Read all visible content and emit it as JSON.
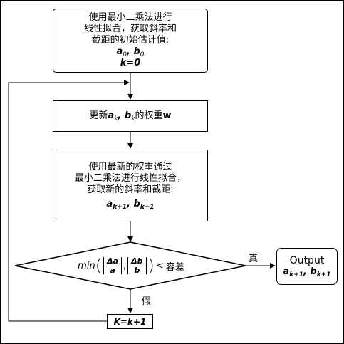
{
  "box_init": {
    "line1": "使用最小二乘法进行",
    "line2": "线性拟合，获取斜率和",
    "line3": "截距的初始估计值:",
    "vals_a": "a",
    "vals_a_sub": "0",
    "vals_sep": ", ",
    "vals_b": "b",
    "vals_b_sub": "0",
    "k_init": "k=0"
  },
  "box_update": {
    "prefix": "更新",
    "a": "a",
    "a_sub": "k",
    "sep": ", ",
    "b": "b",
    "b_sub": "k",
    "suffix": "的权重",
    "w": "w"
  },
  "box_fit": {
    "line1": "使用最新的权重通过",
    "line2": "最小二乘法进行线性拟合，",
    "line3": "获取新的斜率和截距:",
    "a": "a",
    "a_sub": "k+1",
    "sep": ", ",
    "b": "b",
    "b_sub": "k+1"
  },
  "decision": {
    "min": "min",
    "da_num": "Δa",
    "da_den": "a",
    "comma": ",",
    "db_num": "Δb",
    "db_den": "b",
    "lt": "<",
    "tol": "容差"
  },
  "branch_yes": "真",
  "branch_no": "假",
  "output": {
    "title": "Output",
    "a": "a",
    "a_sub": "k+1",
    "sep": ", ",
    "b": "b",
    "b_sub": "k+1"
  },
  "increment": "K=k+1"
}
